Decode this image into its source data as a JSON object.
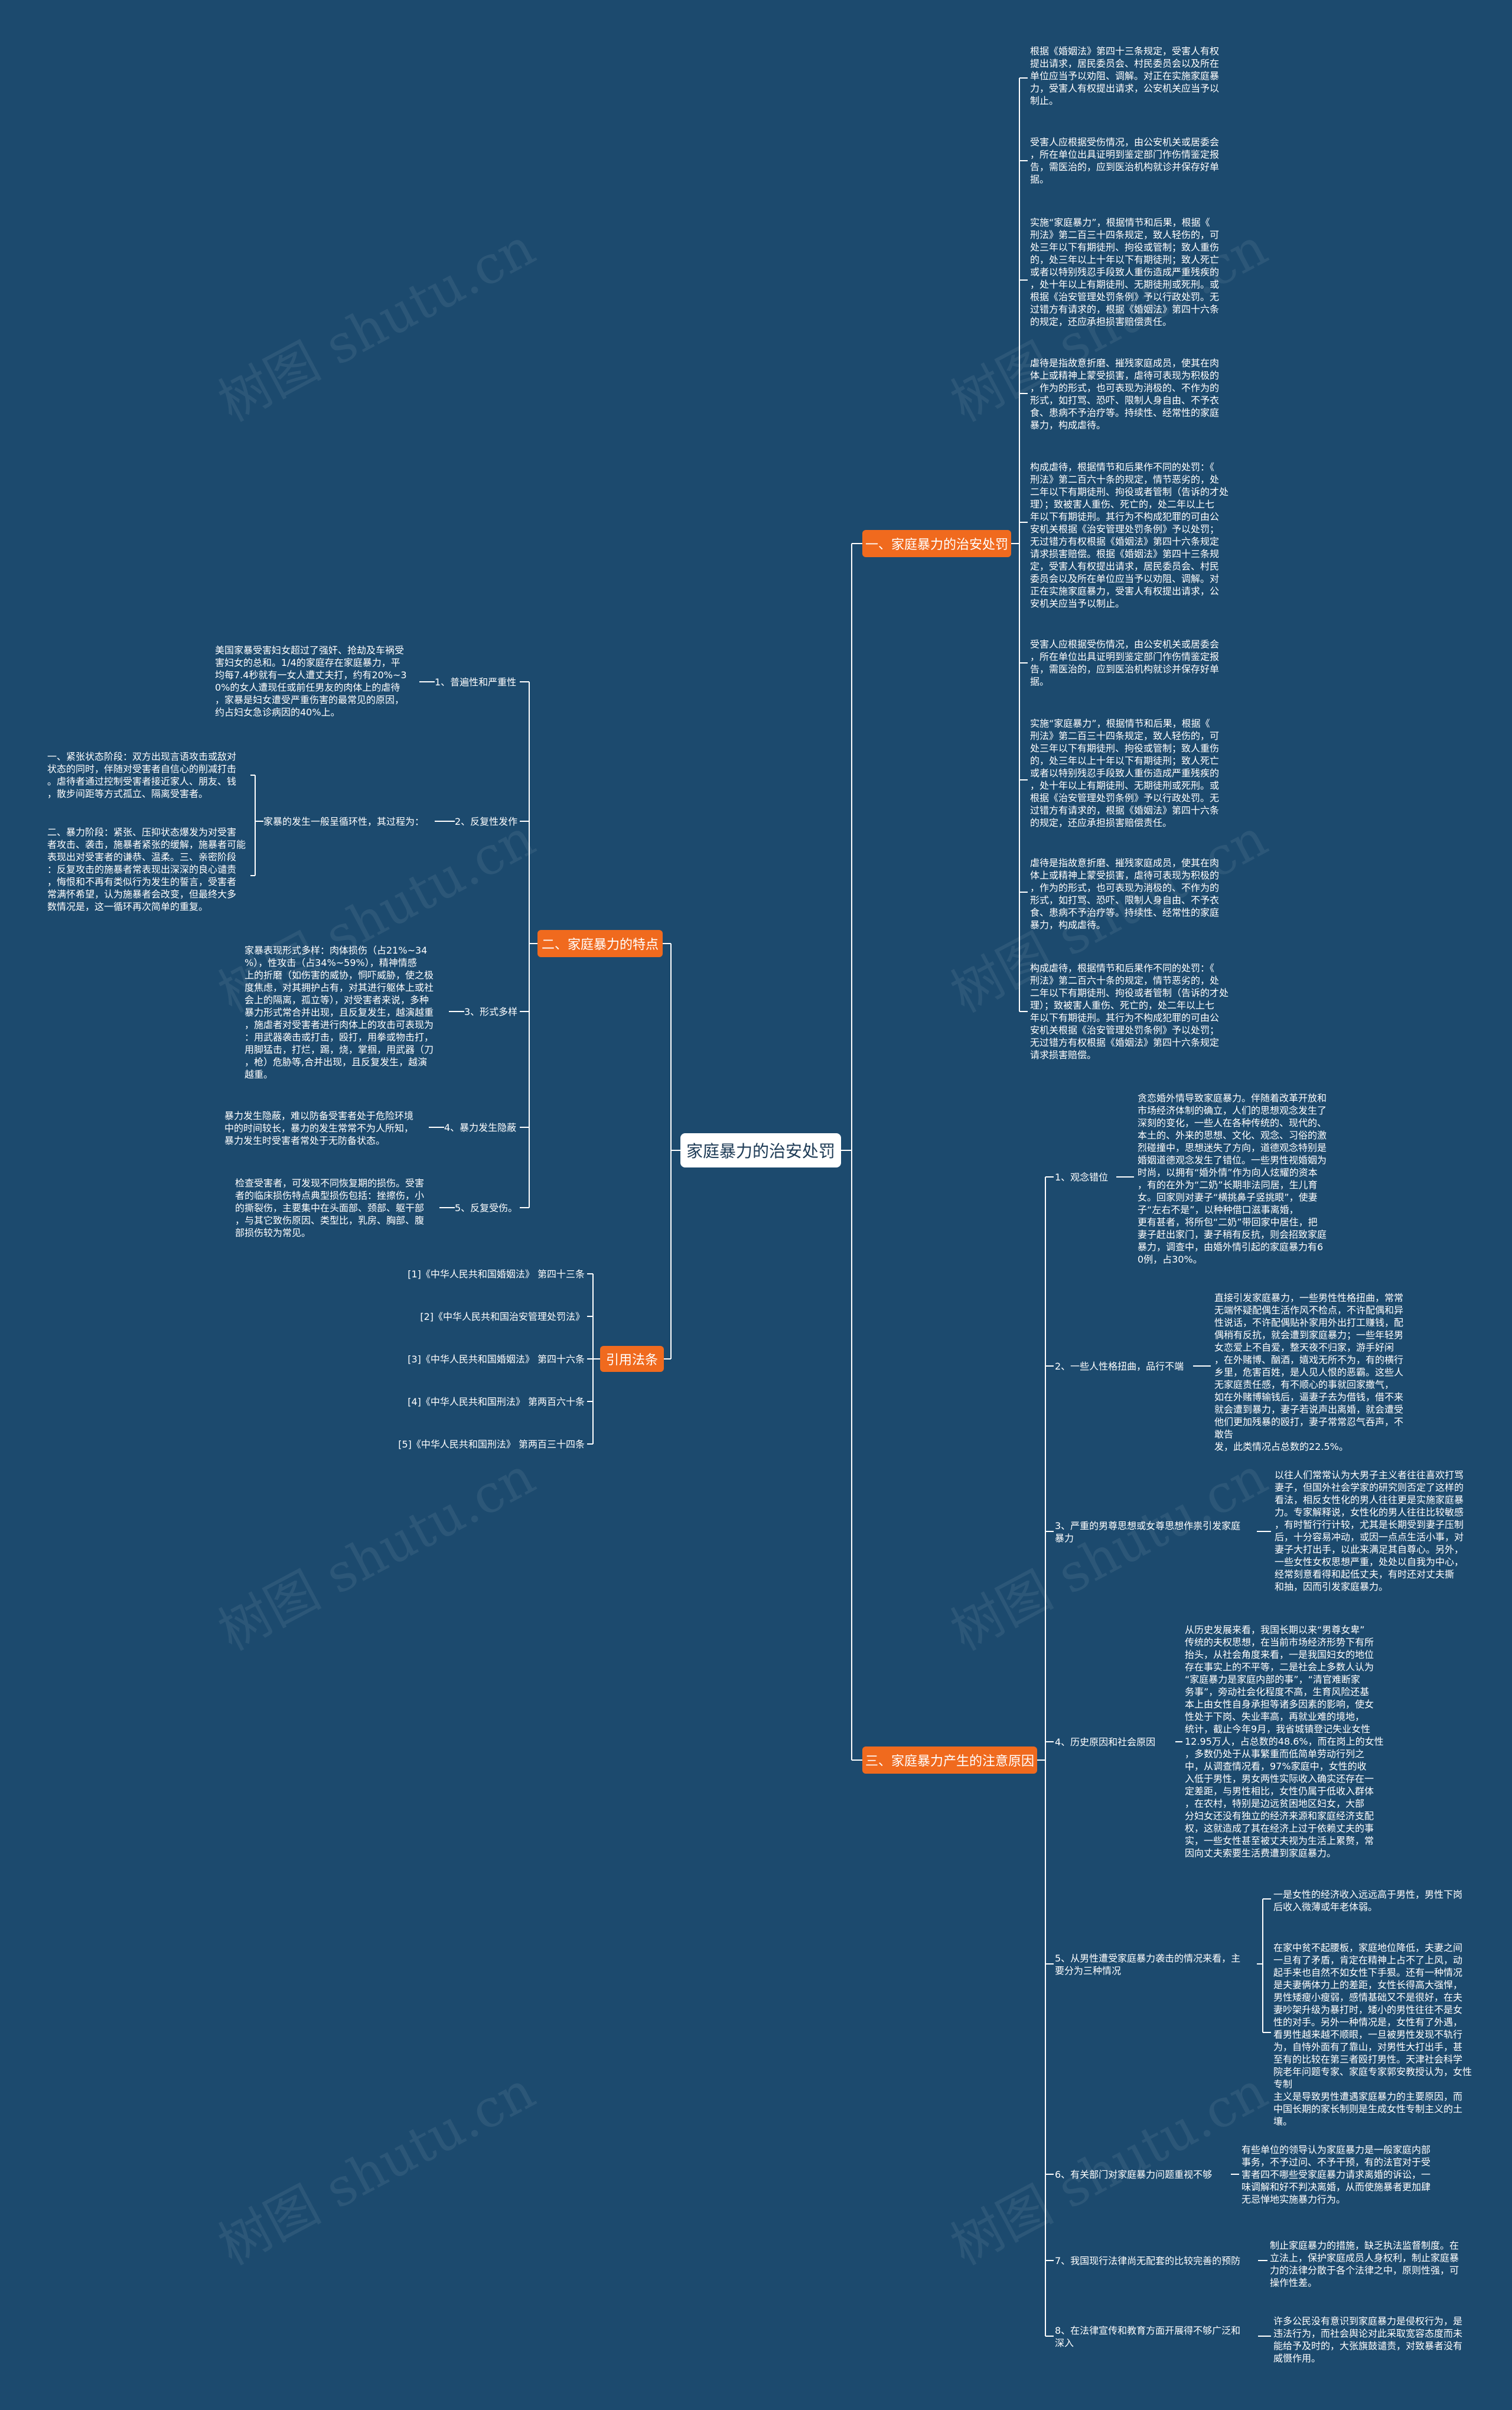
{
  "root": {
    "title": "家庭暴力的治安处罚"
  },
  "branches": {
    "b1": {
      "label": "一、家庭暴力的治安处罚",
      "leaves": [
        "根据《婚姻法》第四十三条规定，受害人有权\n提出请求，居民委员会、村民委员会以及所在\n单位应当予以劝阻、调解。对正在实施家庭暴\n力，受害人有权提出请求，公安机关应当予以\n制止。",
        "受害人应根据受伤情况，由公安机关或居委会\n，所在单位出具证明到鉴定部门作伤情鉴定报\n告，需医治的，应到医治机构就诊并保存好单\n据。",
        "实施“家庭暴力”，根据情节和后果，根据《\n刑法》第二百三十四条规定，致人轻伤的，可\n处三年以下有期徒刑、拘役或管制；致人重伤\n的，处三年以上十年以下有期徒刑；致人死亡\n或者以特别残忍手段致人重伤造成严重残疾的\n，处十年以上有期徒刑、无期徒刑或死刑。或\n根据《治安管理处罚条例》予以行政处罚。无\n过错方有请求的，根据《婚姻法》第四十六条\n的规定，还应承担损害赔偿责任。",
        "虐待是指故意折磨、摧残家庭成员，使其在肉\n体上或精神上蒙受损害，虐待可表现为积极的\n，作为的形式，也可表现为消极的、不作为的\n形式，如打骂、恐吓、限制人身自由、不予衣\n食、患病不予治疗等。持续性、经常性的家庭\n暴力，构成虐待。",
        "构成虐待，根据情节和后果作不同的处罚：《\n刑法》第二百六十条的规定，情节恶劣的，处\n二年以下有期徒刑、拘役或者管制（告诉的才处\n理）；致被害人重伤、死亡的，处二年以上七\n年以下有期徒刑。其行为不构成犯罪的可由公\n安机关根据《治安管理处罚条例》予以处罚；\n无过错方有权根据《婚姻法》第四十六条规定\n请求损害赔偿。根据《婚姻法》第四十三条规\n定，受害人有权提出请求，居民委员会、村民\n委员会以及所在单位应当予以劝阻、调解。对\n正在实施家庭暴力，受害人有权提出请求，公\n安机关应当予以制止。",
        "受害人应根据受伤情况，由公安机关或居委会\n，所在单位出具证明到鉴定部门作伤情鉴定报\n告，需医治的，应到医治机构就诊并保存好单\n据。",
        "实施“家庭暴力”，根据情节和后果，根据《\n刑法》第二百三十四条规定，致人轻伤的，可\n处三年以下有期徒刑、拘役或管制；致人重伤\n的，处三年以上十年以下有期徒刑；致人死亡\n或者以特别残忍手段致人重伤造成严重残疾的\n，处十年以上有期徒刑、无期徒刑或死刑。或\n根据《治安管理处罚条例》予以行政处罚。无\n过错方有请求的，根据《婚姻法》第四十六条\n的规定，还应承担损害赔偿责任。",
        "虐待是指故意折磨、摧残家庭成员，使其在肉\n体上或精神上蒙受损害，虐待可表现为积极的\n，作为的形式，也可表现为消极的、不作为的\n形式，如打骂、恐吓、限制人身自由、不予衣\n食、患病不予治疗等。持续性、经常性的家庭\n暴力，构成虐待。",
        "构成虐待，根据情节和后果作不同的处罚：《\n刑法》第二百六十条的规定，情节恶劣的，处\n二年以下有期徒刑、拘役或者管制（告诉的才处\n理）；致被害人重伤、死亡的，处二年以上七\n年以下有期徒刑。其行为不构成犯罪的可由公\n安机关根据《治安管理处罚条例》予以处罚；\n无过错方有权根据《婚姻法》第四十六条规定\n请求损害赔偿。"
      ]
    },
    "b2": {
      "label": "二、家庭暴力的特点",
      "items": [
        {
          "label": "1、普遍性和严重性",
          "text": "美国家暴受害妇女超过了强奸、抢劫及车祸受\n害妇女的总和。1/4的家庭存在家庭暴力，平\n均每7.4秒就有一女人遭丈夫打，约有20%~3\n0%的女人遭现任或前任男友的肉体上的虐待\n，家暴是妇女遭受严重伤害的最常见的原因，\n约占妇女急诊病因的40%上。"
        },
        {
          "label": "2、反复性发作",
          "mid": "家暴的发生一般呈循环性，其过程为：",
          "subs": [
            "一、紧张状态阶段：双方出现言语攻击或敌对\n状态的同时，伴随对受害者自信心的削减打击\n。虐待者通过控制受害者接近家人、朋友、钱\n，散步间距等方式孤立、隔离受害者。",
            "二、暴力阶段：紧张、压抑状态爆发为对受害\n者攻击、袭击，施暴者紧张的缓解，施暴者可能\n表现出对受害者的谦恭、温柔。三、亲密阶段\n：反复攻击的施暴者常表现出深深的良心谴责\n，悔恨和不再有类似行为发生的誓言，受害者\n常满怀希望，认为施暴者会改变，但最终大多\n数情况是，这一循环再次简单的重复。"
          ]
        },
        {
          "label": "3、形式多样",
          "text": "家暴表现形式多样：肉体损伤（占21%~34\n%），性攻击（占34%~59%），精神情感\n上的折磨（如伤害的威协，恫吓威胁，使之极\n度焦虑，对其拥护占有，对其进行躯体上或社\n会上的隔离，孤立等），对受害者来说，多种\n暴力形式常合并出现，且反复发生，越演越重\n，施虐者对受害者进行肉体上的攻击可表现为\n：用武器袭击或打击，殴打，用拳或物击打，\n用脚猛击，打烂，踢，烧，掌掴，用武器（刀\n，枪）危胁等,合并出现，且反复发生，越演\n越重。"
        },
        {
          "label": "4、暴力发生隐蔽",
          "text": "暴力发生隐蔽，难以防备受害者处于危险环境\n中的时间较长，暴力的发生常常不为人所知，\n暴力发生时受害者常处于无防备状态。"
        },
        {
          "label": "5、反复受伤。",
          "text": "检查受害者，可发现不同恢复期的损伤。受害\n者的临床损伤特点典型损伤包括：挫擦伤，小\n的撕裂伤，主要集中在头面部、颈部、躯干部\n，与其它致伤原因、类型比，乳房、胸部、腹\n部损伤较为常见。"
        }
      ]
    },
    "b3": {
      "label": "引用法条",
      "items": [
        "[1]《中华人民共和国婚姻法》 第四十三条",
        "[2]《中华人民共和国治安管理处罚法》",
        "[3]《中华人民共和国婚姻法》 第四十六条",
        "[4]《中华人民共和国刑法》 第两百六十条",
        "[5]《中华人民共和国刑法》 第两百三十四条"
      ]
    },
    "b4": {
      "label": "三、家庭暴力产生的注意原因",
      "items": [
        {
          "label": "1、观念错位",
          "text": "贪恋婚外情导致家庭暴力。伴随着改革开放和\n市场经济体制的确立，人们的思想观念发生了\n深刻的变化，一些人在各种传统的、现代的、\n本土的、外来的思想、文化、观念、习俗的激\n烈碰撞中，思想迷失了方向，道德观念特别是\n婚姻道德观念发生了错位。一些男性视婚姻为\n时尚，以拥有“婚外情”作为向人炫耀的资本\n，有的在外为“二奶”长期非法同居，生儿育\n女。回家则对妻子“横挑鼻子竖挑眼”，使妻\n子“左右不是”，以种种借口滋事离婚，\n更有甚者，将所包“二奶”带回家中居住，把\n妻子赶出家门，妻子稍有反抗，则会招致家庭\n暴力，调查中，由婚外情引起的家庭暴力有6\n0例，占30%。"
        },
        {
          "label": "2、一些人性格扭曲，品行不端",
          "text": "直接引发家庭暴力，一些男性性格扭曲，常常\n无端怀疑配偶生活作风不检点，不许配偶和异\n性说话，不许配偶贴补家用外出打工赚钱，配\n偶稍有反抗，就会遭到家庭暴力；一些年轻男\n女恋爱上不自爱，整天夜不归家，游手好闲\n，在外赌博、酗酒，嬉戏无所不为，有的横行\n乡里，危害百姓，是人见人恨的恶霸。这些人\n无家庭责任感，有不顺心的事就回家撒气，\n如在外赌博输钱后，逼妻子去为借钱，借不来\n就会遭到暴力，妻子若说声出离婚，就会遭受\n他们更加残暴的殴打，妻子常常忍气吞声，不敢告\n发，此类情况占总数的22.5%。"
        },
        {
          "label": "3、严重的男尊思想或女尊思想作祟引发家庭\n暴力",
          "text": "以往人们常常认为大男子主义者往往喜欢打骂\n妻子，但国外社会学家的研究则否定了这样的\n看法，相反女性化的男人往往更是实施家庭暴\n力。专家解释说，女性化的男人往往比较敏感\n，有时暂行行计较，尤其是长期受到妻子压制\n后，十分容易冲动，或因一点点生活小事，对\n妻子大打出手，以此来满足其自尊心。另外，\n一些女性女权思想严重，处处以自我为中心，\n经常刻意看得和起低丈夫，有时还对丈夫撕\n和抽，因而引发家庭暴力。"
        },
        {
          "label": "4、历史原因和社会原因",
          "text": "从历史发展来看，我国长期以来“男尊女卑”\n传统的夫权思想，在当前市场经济形势下有所\n抬头，从社会角度来看，一是我国妇女的地位\n存在事实上的不平等，二是社会上多数人认为\n“家庭暴力是家庭内部的事”，“清官难断家\n务事”，旁动社会化程度不高，生育风险还基\n本上由女性自身承担等诸多因素的影响，使女\n性处于下岗、失业率高，再就业难的境地，\n统计，截止今年9月，我省城镇登记失业女性\n12.95万人，占总数的48.6%，而在岗上的女性\n，多数仍处于从事繁重而低简单劳动行列之\n中，从调查情况看，97%家庭中，女性的收\n入低于男性，男女两性实际收入确实还存在一\n定差距，与男性相比，女性仍属于低收入群体\n，在农村，特别是边远贫困地区妇女，大部\n分妇女还没有独立的经济来源和家庭经济支配\n权，这就造成了其在经济上过于依赖丈夫的事\n实，一些女性甚至被丈夫视为生活上累赘，常\n因向丈夫索要生活费遭到家庭暴力。"
        },
        {
          "label": "5、从男性遭受家庭暴力袭击的情况来看，主\n要分为三种情况",
          "subs": [
            "一是女性的经济收入远远高于男性，男性下岗\n后收入微薄或年老体弱。",
            "在家中贫不起腰板，家庭地位降低，夫妻之间\n一旦有了矛盾，肯定在精神上占不了上风，动\n起手来也自然不如女性下手狠。还有一种情况\n是夫妻俩体力上的差距，女性长得高大强悍，\n男性矮瘦小瘦弱，感情基础又不是很好，在夫\n妻吵架升级为暴打时，矮小的男性往往不是女\n性的对手。另外一种情况是，女性有了外遇，\n看男性越来越不顺眼，一旦被男性发现不轨行\n为，自恃外面有了靠山，对男性大打出手，甚\n至有的比较在第三者殴打男性。天津社会科学\n院老年问题专家、家庭专家郭安教授认为，女性专制\n主义是导致男性遭遇家庭暴力的主要原因，而\n中国长期的家长制则是生成女性专制主义的土\n壤。"
          ]
        },
        {
          "label": "6、有关部门对家庭暴力问题重视不够",
          "text": "有些单位的领导认为家庭暴力是一般家庭内部\n事务，不予过问、不予干预，有的法官对于受\n害者四不哪些受家庭暴力请求离婚的诉讼，一\n味调解和好不判决离婚，从而使施暴者更加肆\n无忌惮地实施暴力行为。"
        },
        {
          "label": "7、我国现行法律尚无配套的比较完善的预防",
          "text": "制止家庭暴力的措施，缺乏执法监督制度。在\n立法上，保护家庭成员人身权利，制止家庭暴\n力的法律分散于各个法律之中，原则性强，可\n操作性差。"
        },
        {
          "label": "8、在法律宣传和教育方面开展得不够广泛和\n深入",
          "text": "许多公民没有意识到家庭暴力是侵权行为，是\n违法行为，而社会舆论对此采取宽容态度而未\n能给予及时的，大张旗鼓谴责，对致暴者没有\n威慑作用。"
        }
      ]
    }
  }
}
